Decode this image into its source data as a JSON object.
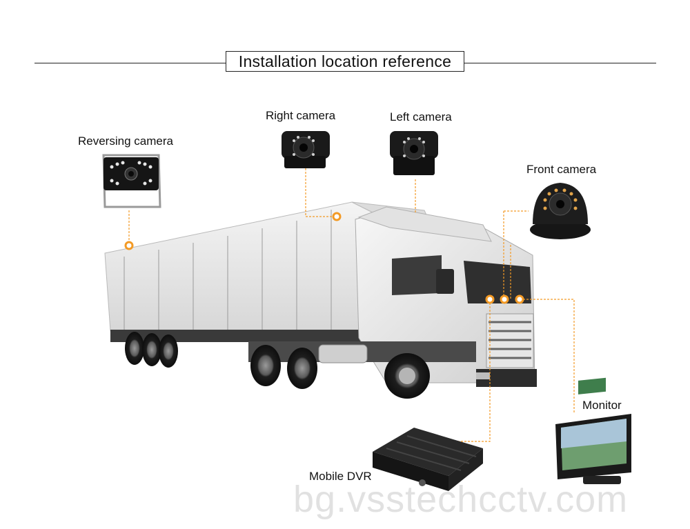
{
  "title": "Installation location reference",
  "labels": {
    "reversing_camera": "Reversing camera",
    "right_camera": "Right camera",
    "left_camera": "Left camera",
    "front_camera": "Front camera",
    "monitor": "Monitor",
    "mobile_dvr": "Mobile DVR"
  },
  "watermark": "bg.vsstechcctv.com",
  "colors": {
    "marker": "#f39a25",
    "line": "#222222",
    "truck_body": "#e9e9e9",
    "dark": "#1b1b1b"
  }
}
